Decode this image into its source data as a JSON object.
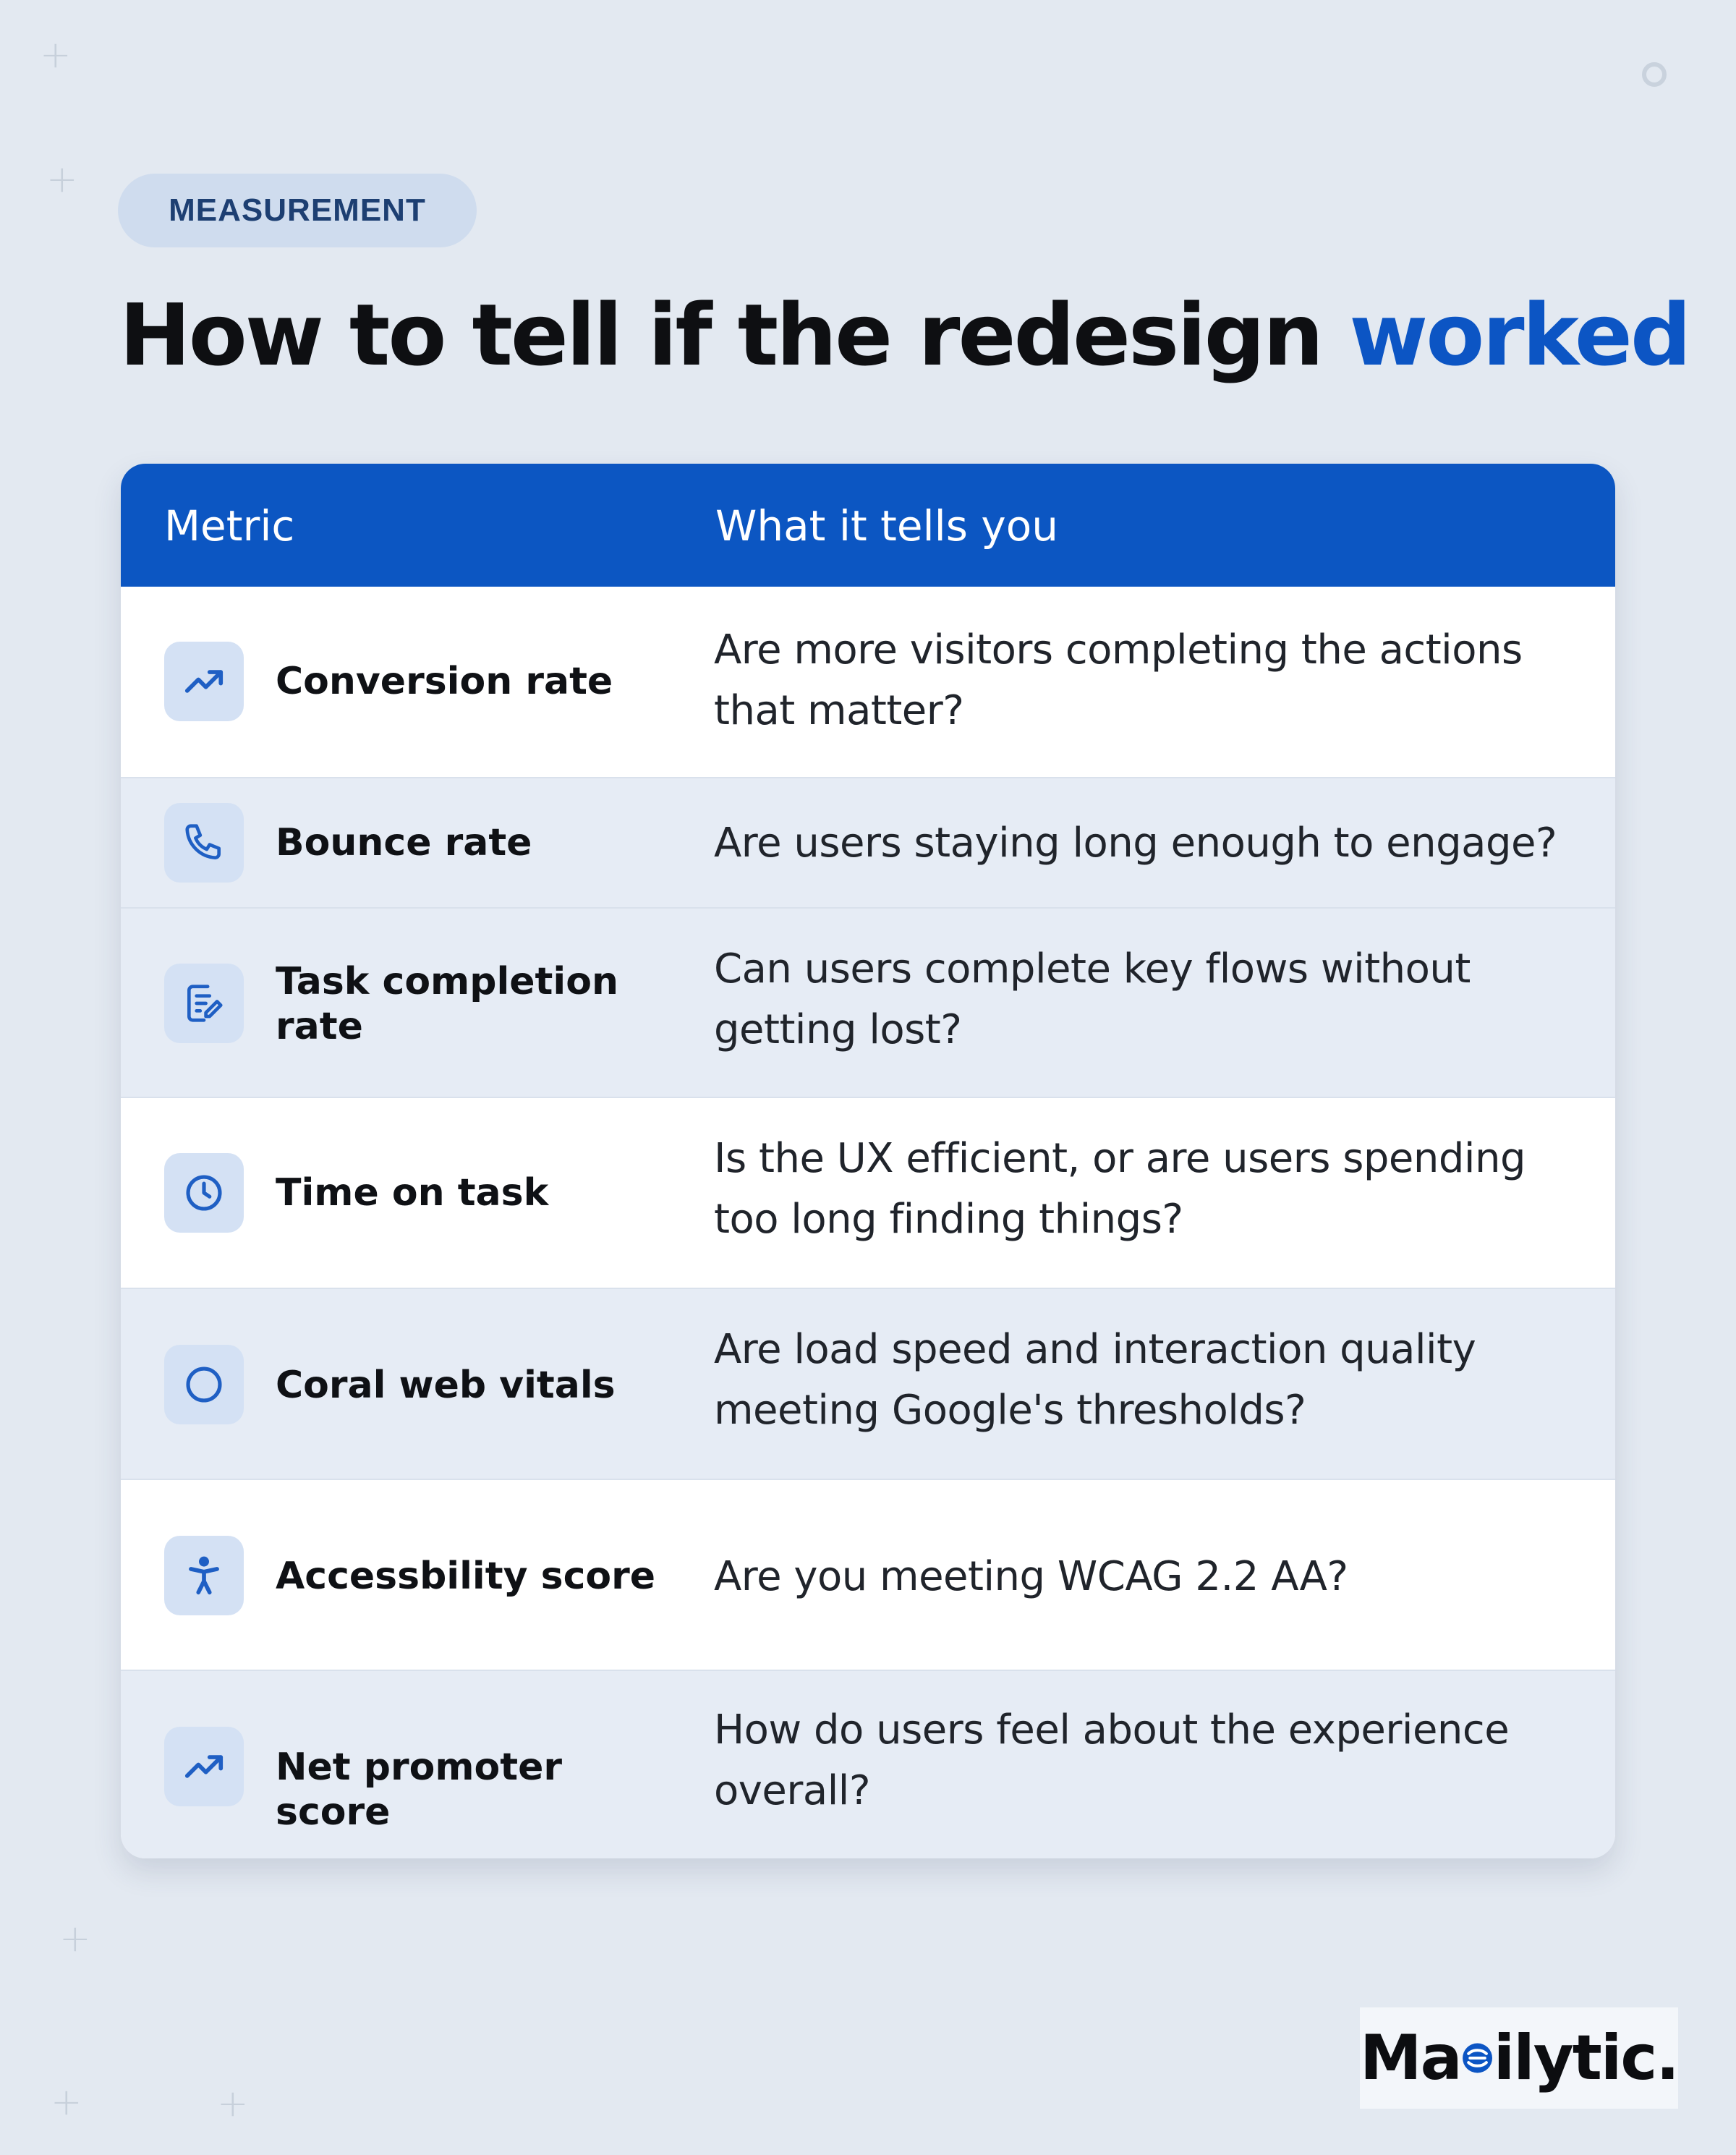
{
  "badge": "MEASUREMENT",
  "title": {
    "main": "How to tell if the redesign ",
    "accent": "worked"
  },
  "table": {
    "headers": {
      "metric": "Metric",
      "description": "What it tells you"
    },
    "rows": [
      {
        "icon": "trending-up-icon",
        "metric": "Conversion rate",
        "description": "Are more visitors completing the actions that matter?"
      },
      {
        "icon": "phone-icon",
        "metric": "Bounce rate",
        "description": "Are users staying long enough to engage?"
      },
      {
        "icon": "edit-document-icon",
        "metric": "Task completion rate",
        "description": "Can users complete key flows without getting lost?"
      },
      {
        "icon": "clock-icon",
        "metric": "Time on task",
        "description": "Is the UX efficient, or are users spending too long finding things?"
      },
      {
        "icon": "circle-icon",
        "metric": "Coral web vitals",
        "description": "Are load speed and interaction quality meeting Google's thresholds?"
      },
      {
        "icon": "accessibility-icon",
        "metric": "Accessbility score",
        "description": "Are you meeting WCAG 2.2 AA?"
      },
      {
        "icon": "trending-up-icon",
        "metric": "Net promoter score",
        "description": "How do users feel about the experience overall?"
      }
    ]
  },
  "brand": {
    "before": "Ma",
    "after": "ilytic."
  },
  "colors": {
    "accent": "#0c55c4",
    "header_bg": "#0c56c2",
    "icon_tile": "#d4e1f4",
    "background": "#e3e9f1"
  }
}
